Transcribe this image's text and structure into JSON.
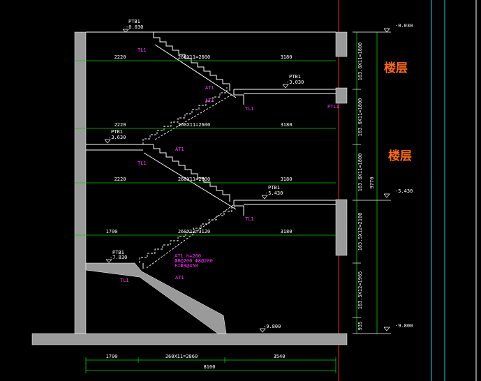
{
  "colors": {
    "background": "#000000",
    "concrete_fill": "#9a9a9a",
    "lines": "#ffffff",
    "dimension": "#00d000",
    "annotation": "#ff33ff",
    "label_orange": "#ff6a1a",
    "axis_red": "#ff1f1f",
    "edge_cyan": "#18d0e0"
  },
  "floor_labels": {
    "upper": "楼层",
    "lower": "楼层"
  },
  "elevations": {
    "top": "-0.030",
    "landing_top_right": "-3.030",
    "mid_left": "-3.630",
    "landing_mid_right": "-5.430",
    "landing_bottom_left": "-7.830",
    "bottom": "-9.800",
    "right_top": "-0.030",
    "right_mid": "-5.430",
    "right_bottom": "-9.800"
  },
  "platform_tags": {
    "pt1": "PTB1",
    "pt_lower": "PTL1"
  },
  "tl_tag": "TL1",
  "at_tag": "AT1",
  "at_detail": [
    "AT1 h=260",
    "Φ8@200 Φ8@200",
    "F=Φ8@450"
  ],
  "horizontal_dims": {
    "row1": [
      "2220",
      "260X11=2600",
      "3180"
    ],
    "row2": [
      "2220",
      "260X11=2600",
      "3180"
    ],
    "row3": [
      "2220",
      "260X11=2600",
      "3180"
    ],
    "row4": [
      "1700",
      "260X12=3120",
      "3180"
    ],
    "bottom_row": [
      "1700",
      "260X11=2860",
      "3540"
    ],
    "bottom_total": "8100"
  },
  "vertical_dims": [
    "163.6X11=1800",
    "163.6X11=1800",
    "163.6X11=1800",
    "163.5X12=2100",
    "163.5X12=1965",
    "935"
  ],
  "total_height": "9770"
}
